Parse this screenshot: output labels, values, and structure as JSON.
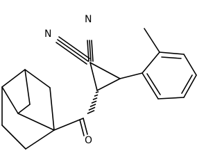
{
  "molecule": {
    "atoms": {
      "n_top": "N",
      "n_left": "N",
      "o_carbonyl": "O"
    }
  }
}
